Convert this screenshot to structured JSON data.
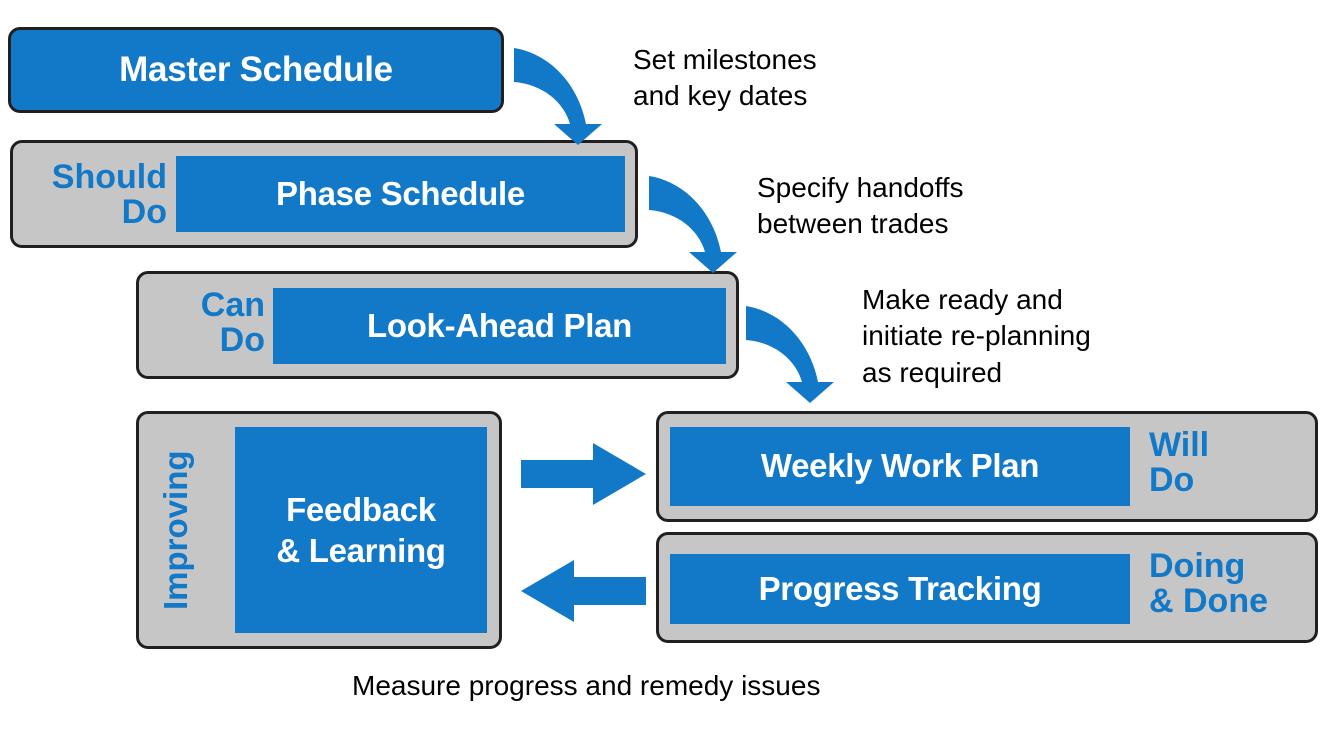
{
  "diagram": {
    "title": "Last Planner System planning levels",
    "accent_blue": "#1278c8",
    "container_gray": "#c6c6c6",
    "outline_black": "#231f20",
    "text_white": "#ffffff",
    "text_black": "#000000"
  },
  "nodes": [
    {
      "id": "master-schedule",
      "title": "Master Schedule",
      "side_label": "",
      "type": "blue-card"
    },
    {
      "id": "phase-schedule",
      "title": "Phase Schedule",
      "side_label": "Should\nDo",
      "type": "gray-card"
    },
    {
      "id": "look-ahead-plan",
      "title": "Look-Ahead Plan",
      "side_label": "Can\nDo",
      "type": "gray-card"
    },
    {
      "id": "feedback-learning",
      "title": "Feedback\n& Learning",
      "side_label": "Improving",
      "type": "gray-card"
    },
    {
      "id": "weekly-work-plan",
      "title": "Weekly Work Plan",
      "side_label": "Will\nDo",
      "type": "gray-card"
    },
    {
      "id": "progress-tracking",
      "title": "Progress Tracking",
      "side_label": "Doing\n& Done",
      "type": "gray-card"
    }
  ],
  "captions": [
    {
      "id": "caption-milestones",
      "text": "Set milestones\nand key dates"
    },
    {
      "id": "caption-handoffs",
      "text": "Specify handoffs\nbetween trades"
    },
    {
      "id": "caption-make-ready",
      "text": "Make ready and\ninitiate re-planning\nas required"
    },
    {
      "id": "caption-measure",
      "text": "Measure progress and remedy issues"
    }
  ],
  "arrows": [
    {
      "id": "arrow-master-to-phase",
      "kind": "curved-down-right",
      "from": "master-schedule",
      "to": "phase-schedule"
    },
    {
      "id": "arrow-phase-to-lookahead",
      "kind": "curved-down-right",
      "from": "phase-schedule",
      "to": "look-ahead-plan"
    },
    {
      "id": "arrow-lookahead-to-weekly",
      "kind": "curved-down-right",
      "from": "look-ahead-plan",
      "to": "weekly-work-plan"
    },
    {
      "id": "arrow-feedback-to-weekly",
      "kind": "straight-right",
      "from": "feedback-learning",
      "to": "weekly-work-plan"
    },
    {
      "id": "arrow-progress-to-feedback",
      "kind": "straight-left",
      "from": "progress-tracking",
      "to": "feedback-learning"
    }
  ]
}
